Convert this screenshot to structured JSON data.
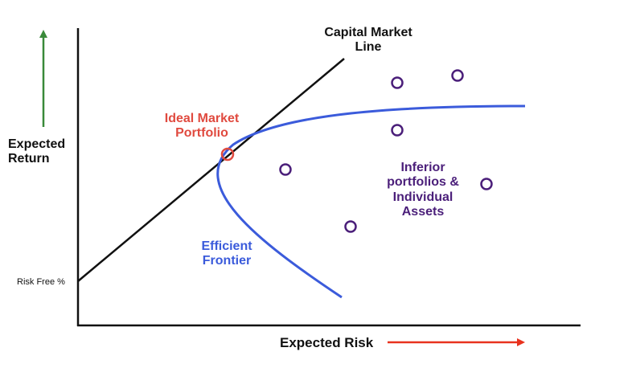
{
  "labels": {
    "y_axis_line1": "Expected",
    "y_axis_line2": "Return",
    "x_axis": "Expected Risk",
    "risk_free": "Risk Free %",
    "cml_line1": "Capital Market",
    "cml_line2": "Line",
    "ideal_line1": "Ideal Market",
    "ideal_line2": "Portfolio",
    "frontier_line1": "Efficient",
    "frontier_line2": "Frontier",
    "inferior_line1": "Inferior",
    "inferior_line2": "portfolios &",
    "inferior_line3": "Individual",
    "inferior_line4": "Assets"
  },
  "colors": {
    "axis": "#111111",
    "y_arrow": "#3a8a3a",
    "x_arrow": "#e8321e",
    "frontier": "#3b5bdb",
    "ideal": "#e04a3f",
    "inferior": "#4b1f7a",
    "cml": "#111111"
  }
}
